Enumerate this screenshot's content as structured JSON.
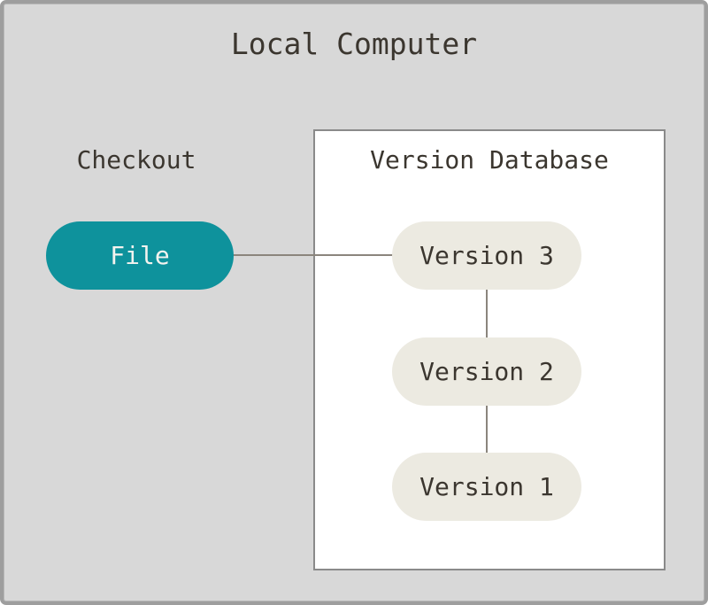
{
  "window": {
    "title": "Local Computer"
  },
  "checkout": {
    "label": "Checkout",
    "file": {
      "label": "File"
    }
  },
  "version_database": {
    "title": "Version Database",
    "versions": [
      {
        "label": "Version 3"
      },
      {
        "label": "Version 2"
      },
      {
        "label": "Version 1"
      }
    ]
  },
  "colors": {
    "canvas_bg": "#d8d8d8",
    "canvas_border": "#9e9e9e",
    "box_bg": "#ffffff",
    "box_border": "#8a8a8a",
    "file_pill_bg": "#0e929c",
    "file_pill_text": "#f4f3ef",
    "version_pill_bg": "#eceae1",
    "text_dark": "#3b362f",
    "connector": "#8b857d"
  }
}
